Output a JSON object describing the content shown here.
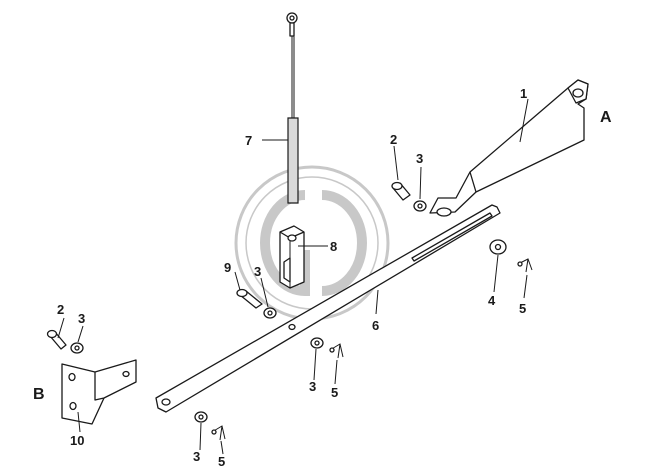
{
  "callouts": {
    "n1": "1",
    "n2a": "2",
    "n2b": "2",
    "n3a": "3",
    "n3b": "3",
    "n3c": "3",
    "n3d": "3",
    "n3e": "3",
    "n4": "4",
    "n5a": "5",
    "n5b": "5",
    "n5c": "5",
    "n6": "6",
    "n7": "7",
    "n8": "8",
    "n9": "9",
    "n10": "10"
  },
  "views": {
    "a": "A",
    "b": "B"
  },
  "watermark": {
    "color": "#c8c8c8"
  }
}
